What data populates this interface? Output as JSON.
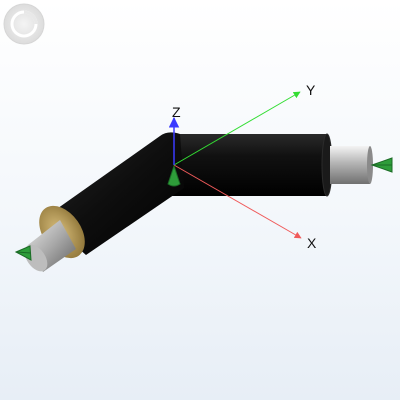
{
  "viewer": {
    "logo": "circular-logo-watermark",
    "axes": {
      "x_label": "X",
      "y_label": "Y",
      "z_label": "Z",
      "x_color": "#f05a5a",
      "y_color": "#33dd33",
      "z_color": "#3a3aff"
    },
    "model": {
      "pipe_color": "#0c0c0c",
      "insulation_color": "#b89a55",
      "shaft_color": "#9a9a9a",
      "port_marker_color": "#2e9d3a",
      "port_icon": "cone-arrow-icon"
    }
  }
}
